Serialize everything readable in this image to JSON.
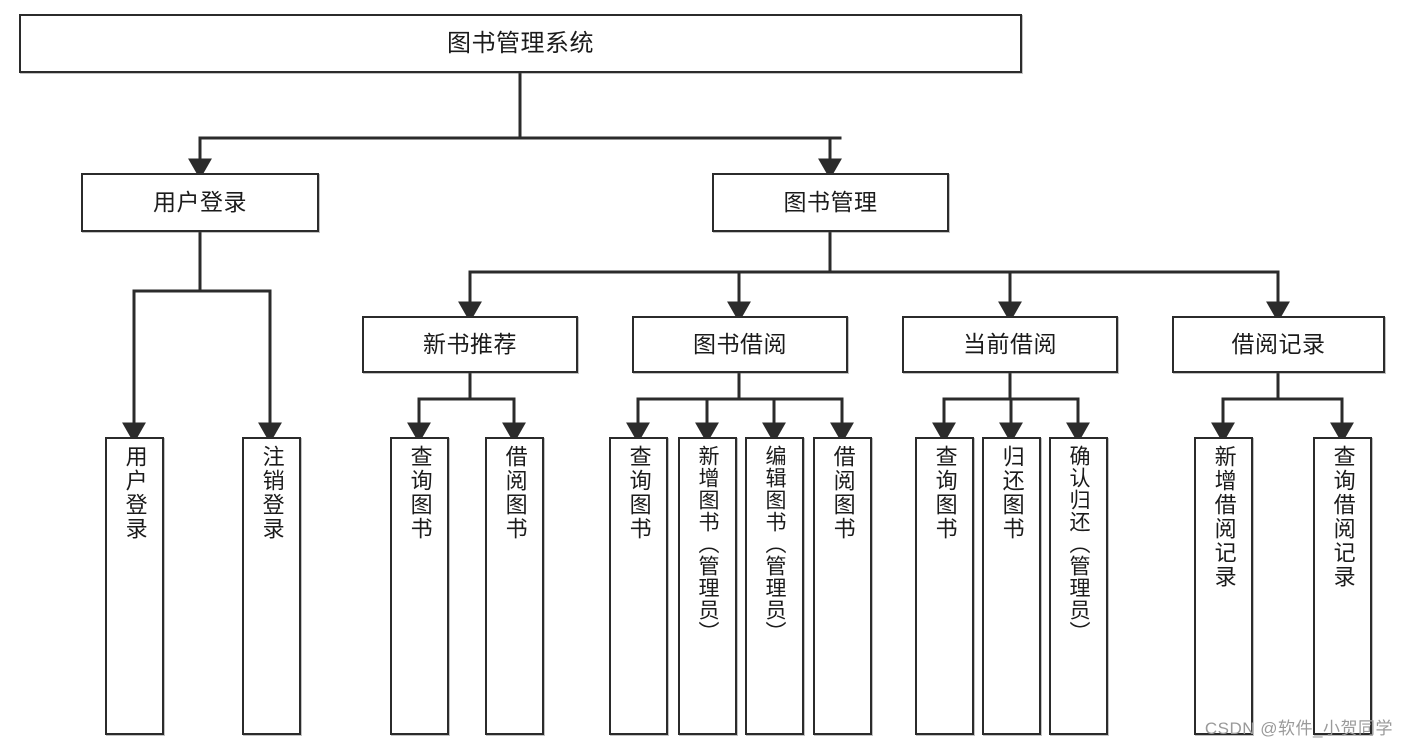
{
  "diagram": {
    "title": "图书管理系统",
    "watermark": "CSDN @软件_小贺同学",
    "colors": {
      "box_border": "#2b2b2b",
      "box_fill": "#ffffff",
      "connector": "#2b2b2b",
      "background": "#ffffff",
      "watermark": "#9a9a9a"
    },
    "levels": {
      "root": "图书管理系统",
      "level2": [
        "用户登录",
        "图书管理"
      ],
      "level3": [
        "新书推荐",
        "图书借阅",
        "当前借阅",
        "借阅记录"
      ]
    },
    "nodes": {
      "root": {
        "label": "图书管理系统"
      },
      "user_login": {
        "label": "用户登录"
      },
      "book_manage": {
        "label": "图书管理"
      },
      "new_book_rec": {
        "label": "新书推荐"
      },
      "book_borrow": {
        "label": "图书借阅"
      },
      "current_borrow": {
        "label": "当前借阅"
      },
      "borrow_record": {
        "label": "借阅记录"
      },
      "leaf_user_login": {
        "label": "用户登录"
      },
      "leaf_logout": {
        "label": "注销登录"
      },
      "leaf_query_book_1": {
        "label": "查询图书"
      },
      "leaf_borrow_book_1": {
        "label": "借阅图书"
      },
      "leaf_query_book_2": {
        "label": "查询图书"
      },
      "leaf_add_book": {
        "label": "新增图书（管理员）"
      },
      "leaf_edit_book": {
        "label": "编辑图书（管理员）"
      },
      "leaf_borrow_book_2": {
        "label": "借阅图书"
      },
      "leaf_query_book_3": {
        "label": "查询图书"
      },
      "leaf_return_book": {
        "label": "归还图书"
      },
      "leaf_confirm_return": {
        "label": "确认归还（管理员）"
      },
      "leaf_add_record": {
        "label": "新增借阅记录"
      },
      "leaf_query_record": {
        "label": "查询借阅记录"
      }
    },
    "edges": [
      {
        "from": "root",
        "to": "user_login"
      },
      {
        "from": "root",
        "to": "book_manage"
      },
      {
        "from": "user_login",
        "to": "leaf_user_login"
      },
      {
        "from": "user_login",
        "to": "leaf_logout"
      },
      {
        "from": "book_manage",
        "to": "new_book_rec"
      },
      {
        "from": "book_manage",
        "to": "book_borrow"
      },
      {
        "from": "book_manage",
        "to": "current_borrow"
      },
      {
        "from": "book_manage",
        "to": "borrow_record"
      },
      {
        "from": "new_book_rec",
        "to": "leaf_query_book_1"
      },
      {
        "from": "new_book_rec",
        "to": "leaf_borrow_book_1"
      },
      {
        "from": "book_borrow",
        "to": "leaf_query_book_2"
      },
      {
        "from": "book_borrow",
        "to": "leaf_add_book"
      },
      {
        "from": "book_borrow",
        "to": "leaf_edit_book"
      },
      {
        "from": "book_borrow",
        "to": "leaf_borrow_book_2"
      },
      {
        "from": "current_borrow",
        "to": "leaf_query_book_3"
      },
      {
        "from": "current_borrow",
        "to": "leaf_return_book"
      },
      {
        "from": "current_borrow",
        "to": "leaf_confirm_return"
      },
      {
        "from": "borrow_record",
        "to": "leaf_add_record"
      },
      {
        "from": "borrow_record",
        "to": "leaf_query_record"
      }
    ]
  }
}
